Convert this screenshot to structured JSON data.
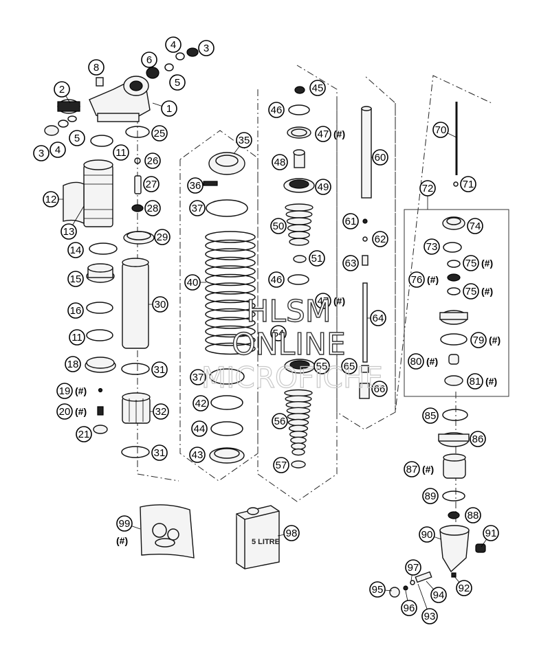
{
  "watermark": {
    "line1": "HLSM",
    "line2": "ONLINE",
    "line3": "MICROFICHE"
  },
  "oil_can_label": "5 LITRE",
  "note_symbol": "(#)",
  "callouts": [
    {
      "id": "c1",
      "num": "1",
      "note": false
    },
    {
      "id": "c2",
      "num": "2",
      "note": false
    },
    {
      "id": "c3a",
      "num": "3",
      "note": false
    },
    {
      "id": "c3b",
      "num": "3",
      "note": false
    },
    {
      "id": "c4a",
      "num": "4",
      "note": false
    },
    {
      "id": "c4b",
      "num": "4",
      "note": false
    },
    {
      "id": "c5a",
      "num": "5",
      "note": false
    },
    {
      "id": "c5b",
      "num": "5",
      "note": false
    },
    {
      "id": "c6",
      "num": "6",
      "note": false
    },
    {
      "id": "c8",
      "num": "8",
      "note": false
    },
    {
      "id": "c11a",
      "num": "11",
      "note": false
    },
    {
      "id": "c11b",
      "num": "11",
      "note": false
    },
    {
      "id": "c12",
      "num": "12",
      "note": false
    },
    {
      "id": "c13",
      "num": "13",
      "note": false
    },
    {
      "id": "c14",
      "num": "14",
      "note": false
    },
    {
      "id": "c15",
      "num": "15",
      "note": false
    },
    {
      "id": "c16",
      "num": "16",
      "note": false
    },
    {
      "id": "c18",
      "num": "18",
      "note": false
    },
    {
      "id": "c19",
      "num": "19",
      "note": true
    },
    {
      "id": "c20",
      "num": "20",
      "note": true
    },
    {
      "id": "c21",
      "num": "21",
      "note": false
    },
    {
      "id": "c25",
      "num": "25",
      "note": false
    },
    {
      "id": "c26",
      "num": "26",
      "note": false
    },
    {
      "id": "c27",
      "num": "27",
      "note": false
    },
    {
      "id": "c28",
      "num": "28",
      "note": false
    },
    {
      "id": "c29",
      "num": "29",
      "note": false
    },
    {
      "id": "c30",
      "num": "30",
      "note": false
    },
    {
      "id": "c31a",
      "num": "31",
      "note": false
    },
    {
      "id": "c31b",
      "num": "31",
      "note": false
    },
    {
      "id": "c32",
      "num": "32",
      "note": false
    },
    {
      "id": "c35",
      "num": "35",
      "note": false
    },
    {
      "id": "c36",
      "num": "36",
      "note": false
    },
    {
      "id": "c37a",
      "num": "37",
      "note": false
    },
    {
      "id": "c37b",
      "num": "37",
      "note": false
    },
    {
      "id": "c40",
      "num": "40",
      "note": false
    },
    {
      "id": "c42",
      "num": "42",
      "note": false
    },
    {
      "id": "c43",
      "num": "43",
      "note": false
    },
    {
      "id": "c44",
      "num": "44",
      "note": false
    },
    {
      "id": "c45",
      "num": "45",
      "note": false
    },
    {
      "id": "c46a",
      "num": "46",
      "note": false
    },
    {
      "id": "c46b",
      "num": "46",
      "note": false
    },
    {
      "id": "c47a",
      "num": "47",
      "note": true
    },
    {
      "id": "c47b",
      "num": "47",
      "note": true
    },
    {
      "id": "c48",
      "num": "48",
      "note": false
    },
    {
      "id": "c49",
      "num": "49",
      "note": false
    },
    {
      "id": "c50",
      "num": "50",
      "note": false
    },
    {
      "id": "c51",
      "num": "51",
      "note": false
    },
    {
      "id": "c54",
      "num": "54",
      "note": false
    },
    {
      "id": "c55",
      "num": "55",
      "note": false
    },
    {
      "id": "c56",
      "num": "56",
      "note": false
    },
    {
      "id": "c57",
      "num": "57",
      "note": false
    },
    {
      "id": "c60",
      "num": "60",
      "note": false
    },
    {
      "id": "c61a",
      "num": "61",
      "note": false
    },
    {
      "id": "c62",
      "num": "62",
      "note": false
    },
    {
      "id": "c63",
      "num": "63",
      "note": false
    },
    {
      "id": "c64",
      "num": "64",
      "note": false
    },
    {
      "id": "c65",
      "num": "65",
      "note": false
    },
    {
      "id": "c66",
      "num": "66",
      "note": false
    },
    {
      "id": "c70",
      "num": "70",
      "note": false
    },
    {
      "id": "c71",
      "num": "71",
      "note": false
    },
    {
      "id": "c72",
      "num": "72",
      "note": false
    },
    {
      "id": "c73",
      "num": "73",
      "note": false
    },
    {
      "id": "c74",
      "num": "74",
      "note": false
    },
    {
      "id": "c75a",
      "num": "75",
      "note": true
    },
    {
      "id": "c75b",
      "num": "75",
      "note": true
    },
    {
      "id": "c76",
      "num": "76",
      "note": true
    },
    {
      "id": "c79",
      "num": "79",
      "note": true
    },
    {
      "id": "c80",
      "num": "80",
      "note": true
    },
    {
      "id": "c81",
      "num": "81",
      "note": true
    },
    {
      "id": "c85",
      "num": "85",
      "note": false
    },
    {
      "id": "c86",
      "num": "86",
      "note": false
    },
    {
      "id": "c87",
      "num": "87",
      "note": true
    },
    {
      "id": "c88",
      "num": "88",
      "note": false
    },
    {
      "id": "c89",
      "num": "89",
      "note": false
    },
    {
      "id": "c90",
      "num": "90",
      "note": false
    },
    {
      "id": "c91",
      "num": "91",
      "note": false
    },
    {
      "id": "c92",
      "num": "92",
      "note": false
    },
    {
      "id": "c93",
      "num": "93",
      "note": false
    },
    {
      "id": "c94",
      "num": "94",
      "note": false
    },
    {
      "id": "c95",
      "num": "95",
      "note": false
    },
    {
      "id": "c96",
      "num": "96",
      "note": false
    },
    {
      "id": "c97",
      "num": "97",
      "note": false
    },
    {
      "id": "c98",
      "num": "98",
      "note": false
    },
    {
      "id": "c99",
      "num": "99",
      "note": true
    }
  ]
}
